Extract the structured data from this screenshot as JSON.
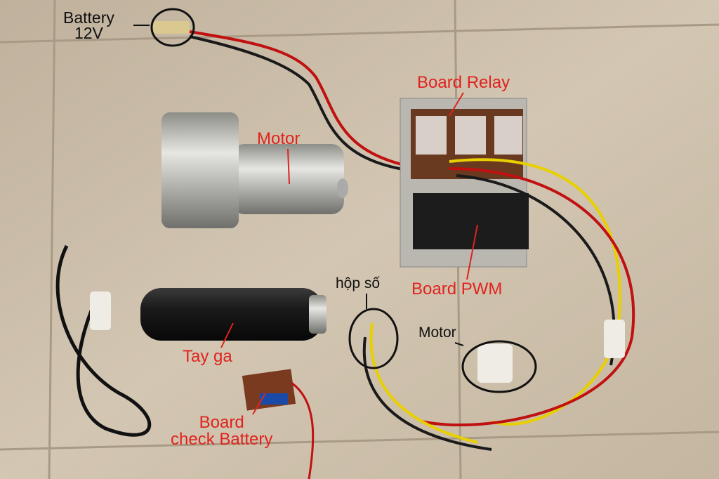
{
  "labels": {
    "battery": "Battery",
    "battery_voltage": "12V",
    "motor_top": "Motor",
    "board_relay": "Board Relay",
    "board_pwm": "Board PWM",
    "gearbox": "hộp số",
    "motor_connector": "Motor",
    "throttle": "Tay ga",
    "board_check_line1": "Board",
    "board_check_line2": "check Battery"
  },
  "colors": {
    "annotation_red": "#e0231e",
    "annotation_black": "#111111",
    "floor": "#c9bba6"
  }
}
